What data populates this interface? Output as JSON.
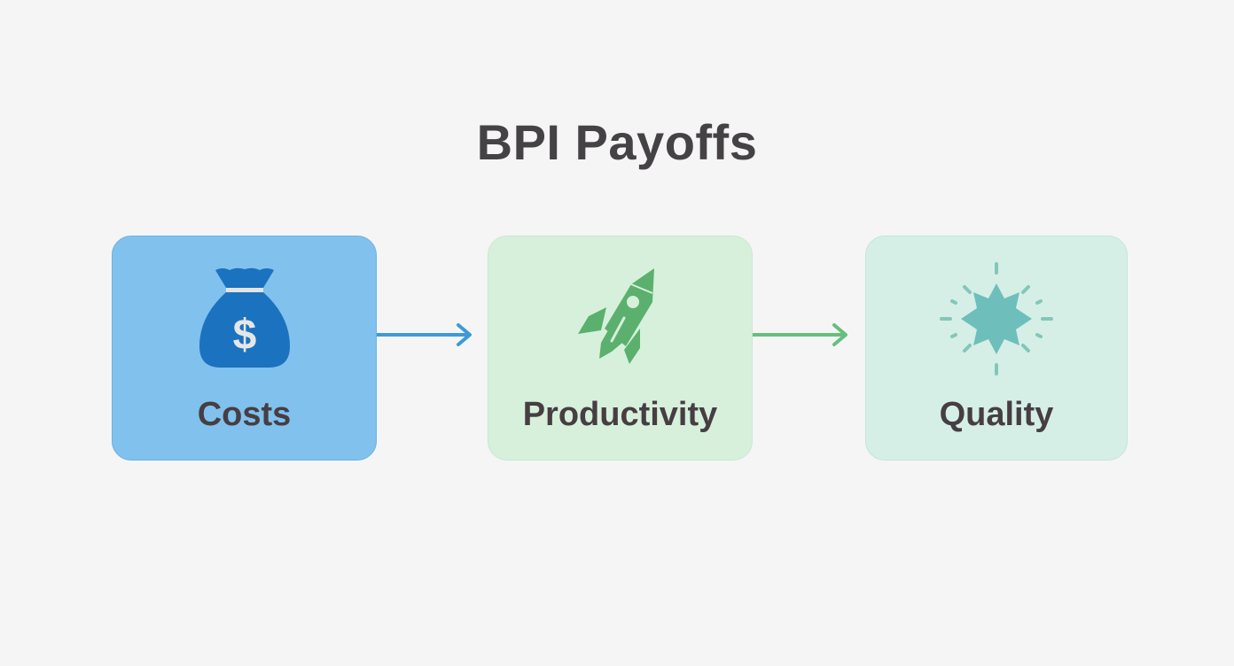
{
  "title": "BPI Payoffs",
  "steps": [
    {
      "label": "Costs",
      "icon": "money-bag-icon",
      "bg": "#80c1ee",
      "border": "#6cb2e4",
      "icon_color": "#1b72bf"
    },
    {
      "label": "Productivity",
      "icon": "rocket-icon",
      "bg": "#d6f0dc",
      "border": "#c8e8d0",
      "icon_color": "#5bb06e"
    },
    {
      "label": "Quality",
      "icon": "sparkle-star-icon",
      "bg": "#d5efe6",
      "border": "#c6e5da",
      "icon_color": "#6ebfbb"
    }
  ],
  "arrows": [
    {
      "color": "#3d9ad6"
    },
    {
      "color": "#67bf7d"
    }
  ]
}
